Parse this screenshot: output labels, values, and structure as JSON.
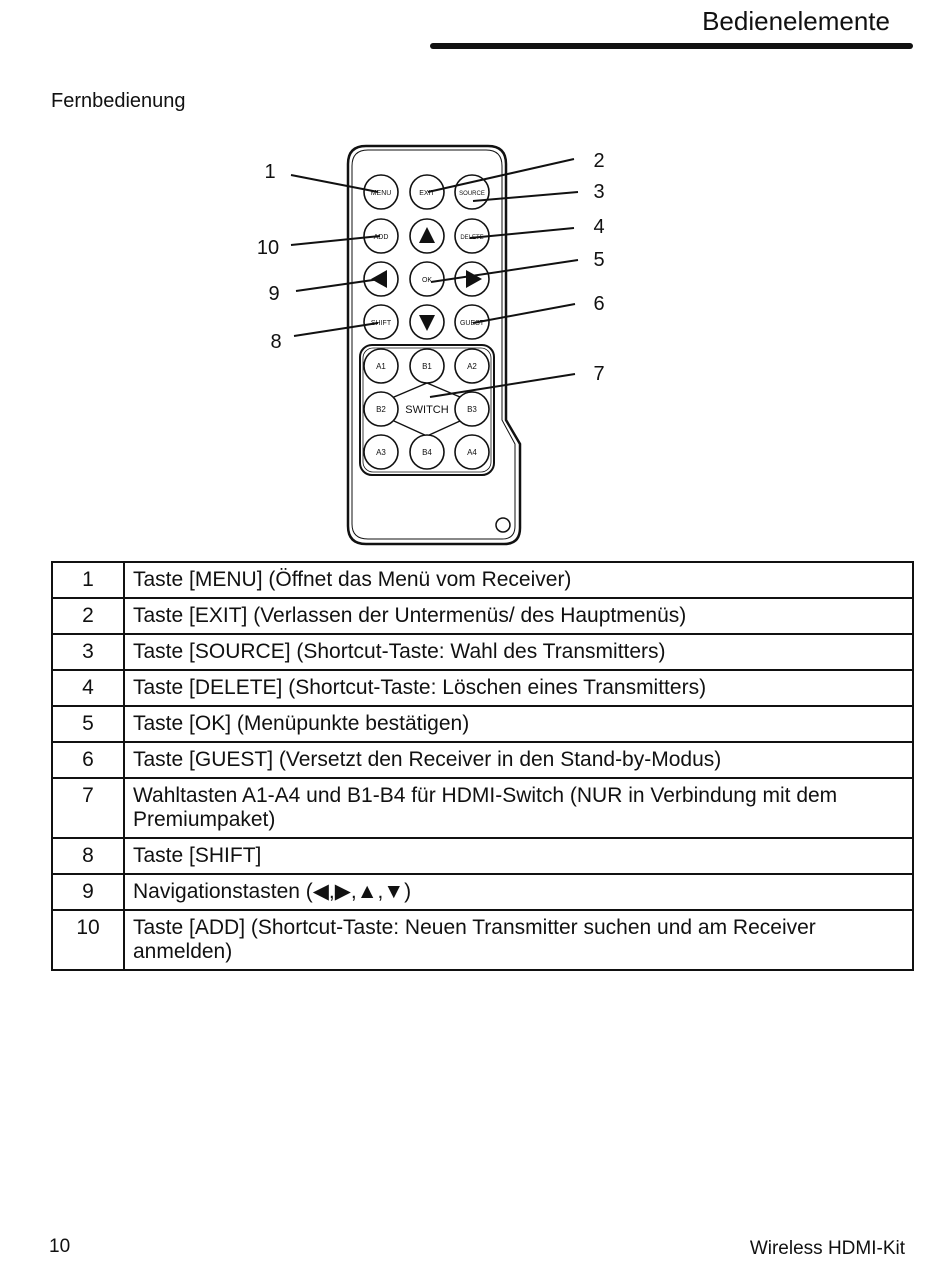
{
  "header": {
    "section_title": "Bedienelemente"
  },
  "subtitle": "Fernbedienung",
  "remote": {
    "callouts": [
      "1",
      "2",
      "3",
      "4",
      "5",
      "6",
      "7",
      "8",
      "9",
      "10"
    ],
    "buttons": {
      "menu": "MENU",
      "exit": "EXIT",
      "source": "SOURCE",
      "add": "ADD",
      "delete": "DELETE",
      "ok": "OK",
      "shift": "SHIFT",
      "guest": "GUEST",
      "switch": "SWITCH",
      "a1": "A1",
      "b1": "B1",
      "a2": "A2",
      "b2": "B2",
      "b3": "B3",
      "a3": "A3",
      "b4": "B4",
      "a4": "A4"
    }
  },
  "legend": [
    {
      "num": "1",
      "text": "Taste [MENU] (Öffnet das Menü vom Receiver)"
    },
    {
      "num": "2",
      "text": "Taste [EXIT] (Verlassen der Untermenüs/ des Hauptmenüs)"
    },
    {
      "num": "3",
      "text": "Taste [SOURCE] (Shortcut-Taste: Wahl des Transmitters)"
    },
    {
      "num": "4",
      "text": "Taste [DELETE] (Shortcut-Taste: Löschen eines Transmitters)"
    },
    {
      "num": "5",
      "text": "Taste [OK] (Menüpunkte bestätigen)"
    },
    {
      "num": "6",
      "text": "Taste [GUEST] (Versetzt den Receiver in den Stand-by-Modus)"
    },
    {
      "num": "7",
      "text": "Wahltasten A1-A4 und B1-B4 für HDMI-Switch (NUR in Verbindung mit dem Premiumpaket)"
    },
    {
      "num": "8",
      "text": "Taste [SHIFT]"
    },
    {
      "num": "9",
      "text": "Navigationstasten (◀,▶,▲,▼)"
    },
    {
      "num": "10",
      "text": "Taste [ADD] (Shortcut-Taste: Neuen Transmitter suchen und am Receiver anmelden)"
    }
  ],
  "footer": {
    "page_number": "10",
    "product": "Wireless HDMI-Kit"
  }
}
